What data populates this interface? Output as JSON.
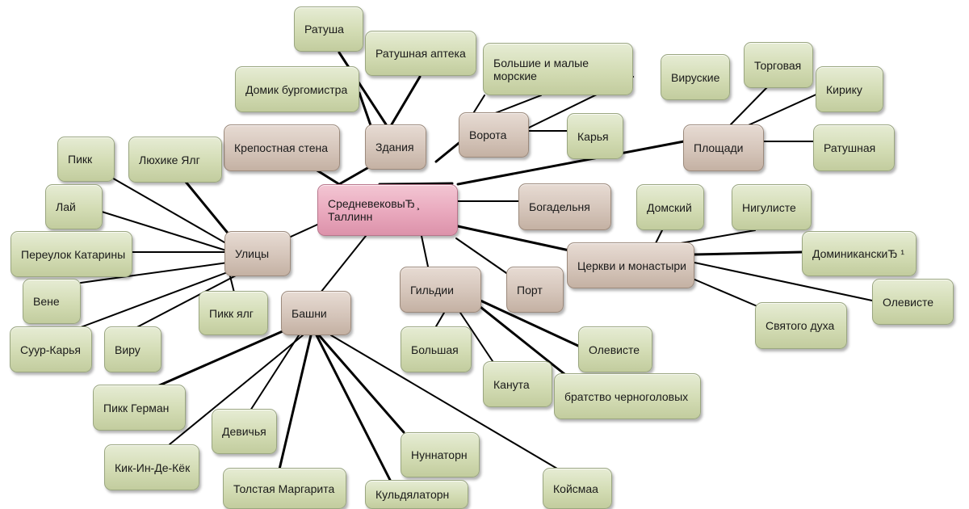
{
  "colors": {
    "leaf_node": "#d3dcb4",
    "category_node": "#d5c5ba",
    "root_node": "#e9a8bd",
    "connector": "#000000"
  },
  "root": {
    "label": "СредневековыЂ ̧ Таллинн"
  },
  "categories": {
    "zdaniya": "Здания",
    "vorota": "Ворота",
    "ploshchadi": "Площади",
    "ulitsy": "Улицы",
    "bashni": "Башни",
    "gildii": "Гильдии",
    "tserkvi": "Церкви и монастыри"
  },
  "leaves": {
    "krepostnaya_stena": "Крепостная стена",
    "bogadelnya": "Богадельня",
    "port": "Порт",
    "ratusha": "Ратуша",
    "ratushnaya_apteka": "Ратушная аптека",
    "domik_burgomistra": "Домик бургомистра",
    "bolshie_malye": "Большие и малые морские",
    "viruskie": "Вируские",
    "karya": "Карья",
    "torgovaya": "Торговая",
    "kiriku": "Кирику",
    "ratushnaya": "Ратушная",
    "pikk": "Пикк",
    "lyuhike_yalg": "Люхике Ялг",
    "lai": "Лай",
    "pereulok_katariny": "Переулок Катарины",
    "vene": "Вене",
    "suur_karya": "Суур-Карья",
    "viru": "Виру",
    "pikk_yalg": "Пикк ялг",
    "pikk_german": "Пикк Герман",
    "kik_in_de_kyok": "Кик-Ин-Де-Кёк",
    "devichya": "Девичья",
    "tolstaya_margarita": "Толстая Маргарита",
    "nunnatorn": "Нуннаторн",
    "kuldyalatorn": "Кульдялаторн",
    "koysmaa": "Койсмаа",
    "bolshaya": "Большая",
    "kanuta": "Канута",
    "oleviste_g": "Олевисте",
    "bratstvo": "братство черноголовых",
    "domskiy": "Домский",
    "niguliste": "Нигулисте",
    "dominikanskiy": "ДоминиканскиЂ ¹",
    "oleviste_c": "Олевисте",
    "svyatogo_duha": "Святого духа"
  }
}
